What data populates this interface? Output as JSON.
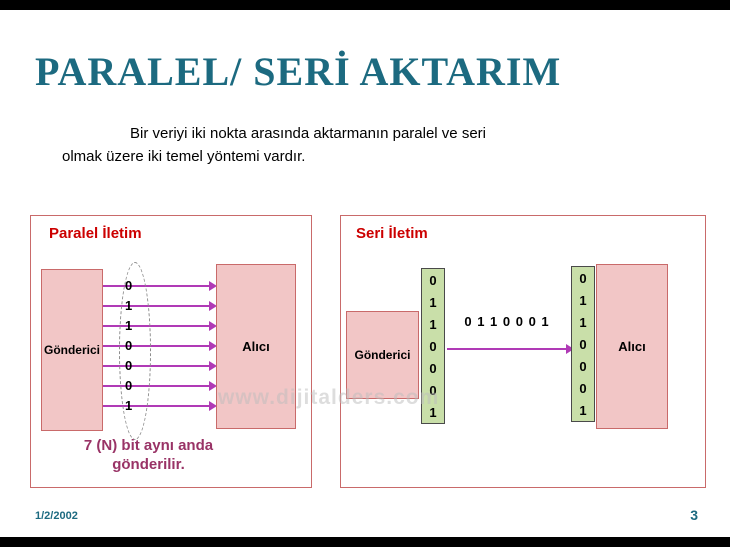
{
  "slide": {
    "title": "PARALEL/ SERİ AKTARIM",
    "intro_line1": "Bir veriyi iki nokta arasında aktarmanın paralel ve seri",
    "intro_line2": "olmak üzere iki temel yöntemi vardır.",
    "date": "1/2/2002",
    "page_number": "3",
    "watermark": "www.dijitalders.com"
  },
  "parallel": {
    "label": "Paralel İletim",
    "sender": "Gönderici",
    "receiver": "Alıcı",
    "bits": [
      "0",
      "1",
      "1",
      "0",
      "0",
      "0",
      "1"
    ],
    "caption_line1": "7 (N) bit aynı anda",
    "caption_line2": "gönderilir."
  },
  "serial": {
    "label": "Seri İletim",
    "sender": "Gönderici",
    "receiver": "Alıcı",
    "bits": [
      "0",
      "1",
      "1",
      "0",
      "0",
      "0",
      "1"
    ],
    "stream": "0 1 1 0 0 0 1"
  },
  "colors": {
    "title_teal": "#1C6A80",
    "label_red": "#CC0000",
    "border_red": "#C96A6A",
    "pink_fill": "#F2C6C6",
    "arrow_magenta": "#B03AB6",
    "caption_purple": "#993366",
    "green_fill": "#C9DFA9",
    "footer_teal": "#1C6A80"
  }
}
